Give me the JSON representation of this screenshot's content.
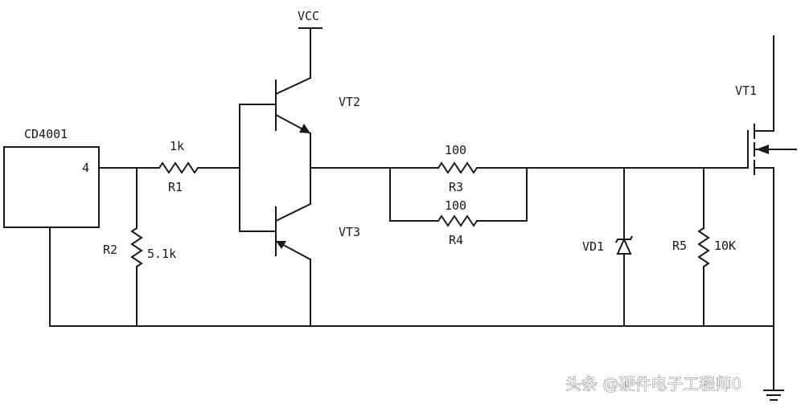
{
  "labels": {
    "vcc": "VCC",
    "ic": "CD4001",
    "ic_pin": "4",
    "r1_value": "1k",
    "r1": "R1",
    "r2": "R2",
    "r2_value": "5.1k",
    "vt2": "VT2",
    "vt3": "VT3",
    "r3_value": "100",
    "r3": "R3",
    "r4_value": "100",
    "r4": "R4",
    "vd1": "VD1",
    "r5": "R5",
    "r5_value": "10K",
    "vt1": "VT1"
  },
  "watermark": "头条 @硬件电子工程师0",
  "colors": {
    "ink": "#1a1a1a",
    "background": "#ffffff"
  }
}
